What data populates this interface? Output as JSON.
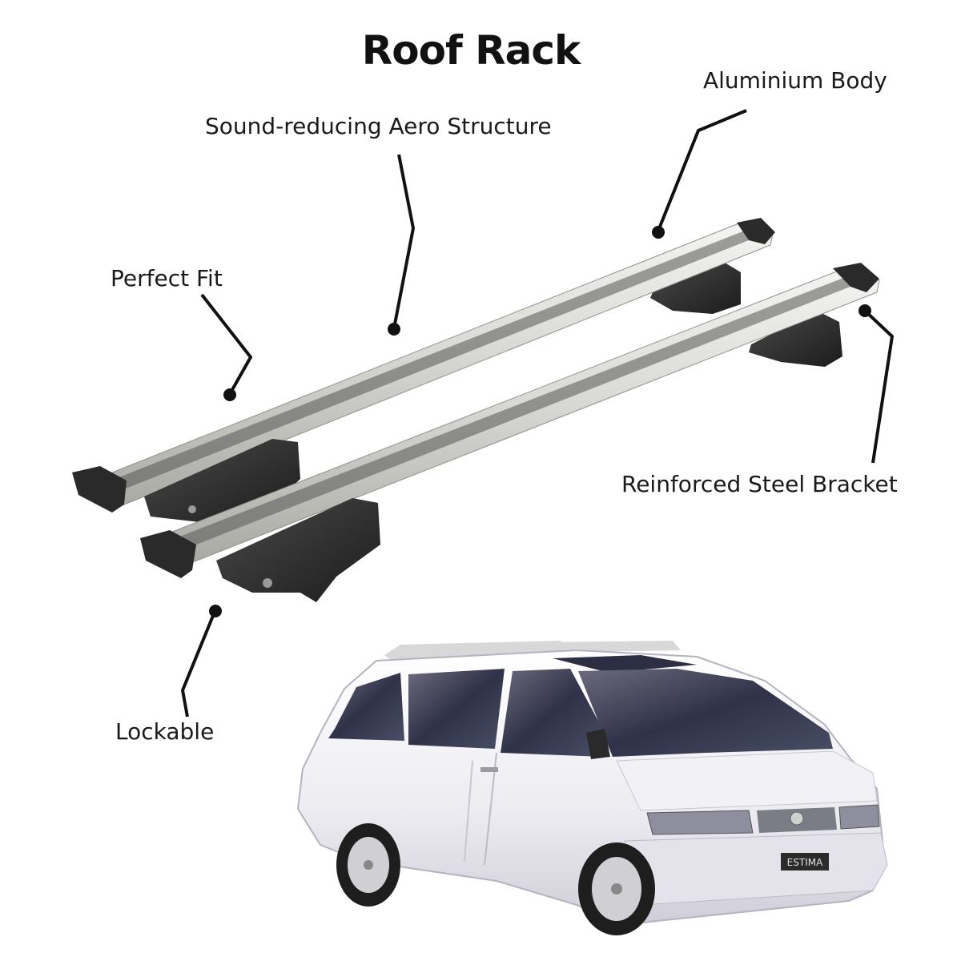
{
  "title": "Roof Rack",
  "callouts": {
    "aluminium_body": "Aluminium Body",
    "aero_structure": "Sound-reducing Aero Structure",
    "perfect_fit": "Perfect Fit",
    "steel_bracket": "Reinforced Steel Bracket",
    "lockable": "Lockable"
  },
  "vehicle": {
    "badge": "ESTIMA"
  },
  "colors": {
    "text": "#1a1a1a",
    "bar_silver": "#d4d4d0",
    "bar_dark": "#2a2a2a",
    "van_body": "#ecebf0",
    "glass": "#3c3f55"
  }
}
